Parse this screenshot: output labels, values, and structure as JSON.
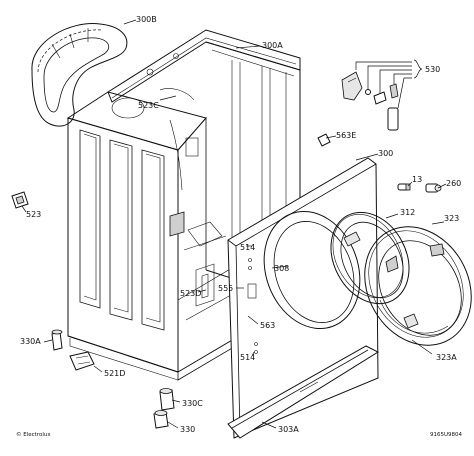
{
  "labels": {
    "l300B": "300B",
    "l300A": "300A",
    "l530": "530",
    "l523C": "523C",
    "l563E": "563E",
    "l300": "300",
    "l13": "13",
    "l260": "260",
    "l523": "523",
    "l312": "312",
    "l323": "323",
    "l514a": "514",
    "l308": "308",
    "l523D": "523D",
    "l555": "555",
    "l563": "563",
    "l514b": "514",
    "l330A": "330A",
    "l521D": "521D",
    "l323A": "323A",
    "l330C": "330C",
    "l330": "330",
    "l303A": "303A"
  },
  "footer": {
    "copyright": "© Electrolux",
    "code": "9165U9804"
  }
}
